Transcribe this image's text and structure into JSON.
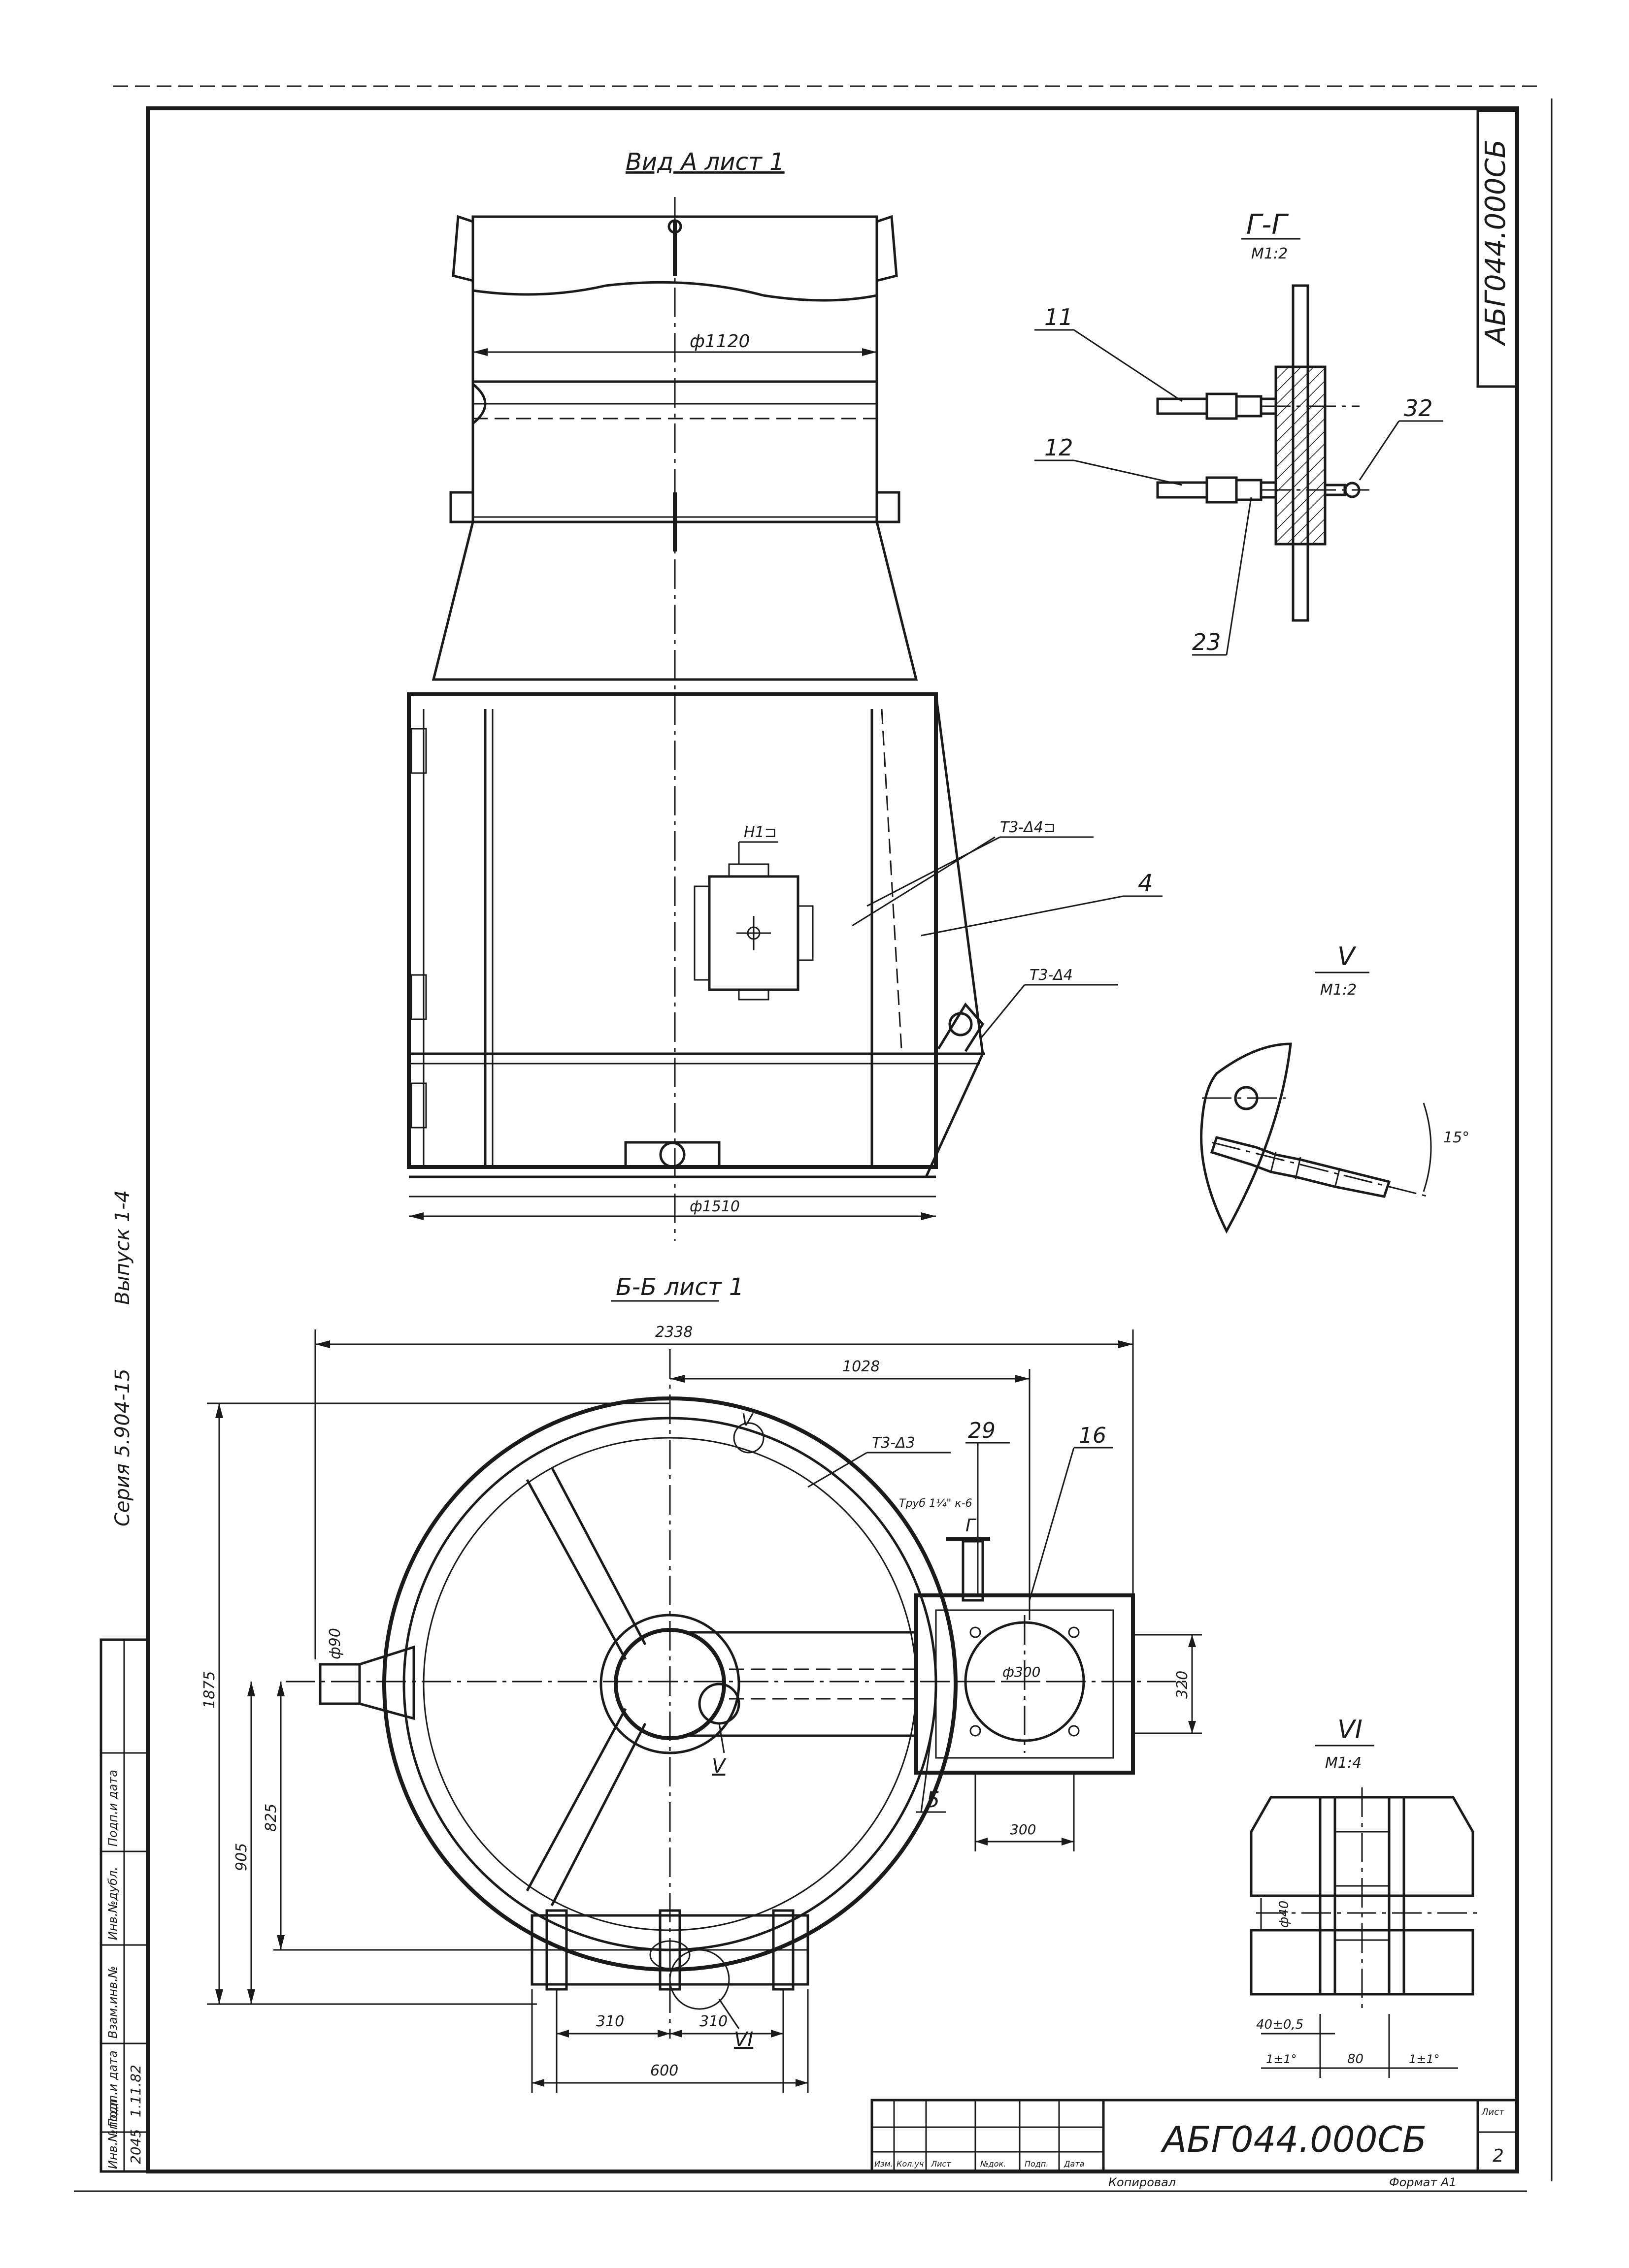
{
  "document": {
    "code": "АБГ044.000СБ",
    "code_side": "АБГ044.000СБ",
    "series": "Серия 5.904-15",
    "issue": "Выпуск 1-4",
    "inventory_number": "2045",
    "signature_date": "1.11.82"
  },
  "left_stamp": {
    "columns": [
      "Инв.№подл.",
      "Подп.и дата",
      "Взам.инв.№",
      "Инв.№дубл.",
      "Подп.и дата"
    ]
  },
  "title_block": {
    "code": "АБГ044.000СБ",
    "sheet_label": "Лист",
    "sheet_number": "2",
    "row_labels": [
      "Изм.",
      "Кол.уч",
      "Лист",
      "№док.",
      "Подп.",
      "Дата"
    ],
    "bottom_left_note": "Копировал",
    "bottom_right_note": "Формат А1"
  },
  "views": {
    "view_a": {
      "title": "Вид А лист 1",
      "dim_top_diameter": "ф1120",
      "dim_bottom_diameter": "ф1510",
      "label_h1": "Н1⊐",
      "weld_1": "Т3-Δ4⊐",
      "weld_2": "Т3-Δ4",
      "leader_4": "4"
    },
    "section_g": {
      "title": "Г-Г",
      "scale": "М1:2",
      "leader_11": "11",
      "leader_12": "12",
      "leader_23": "23",
      "leader_32": "32"
    },
    "detail_v": {
      "title": "V",
      "scale": "М1:2",
      "angle": "15°"
    },
    "section_b": {
      "title": "Б-Б лист 1",
      "dim_2338": "2338",
      "dim_1028": "1028",
      "dim_1875": "1875",
      "dim_905": "905",
      "dim_825": "825",
      "dim_320": "320",
      "dim_300": "300",
      "dim_310_left": "310",
      "dim_310_right": "310",
      "dim_600": "600",
      "dim_d90": "ф90",
      "dim_d300": "ф300",
      "weld_3": "Т3-Δ3",
      "pipe_note": "Труб 1¼\" к-6",
      "cut_mark": "Г",
      "detail_marker_v": "V",
      "detail_marker_vi": "VI",
      "detail_marker_top": "V",
      "leader_5": "5",
      "leader_16": "16",
      "leader_29": "29"
    },
    "detail_vi": {
      "title": "VI",
      "scale": "М1:4",
      "dim_d40": "ф40",
      "dim_40": "40±0,5",
      "dim_80": "80",
      "tol_left": "1±1°",
      "tol_right": "1±1°"
    }
  }
}
